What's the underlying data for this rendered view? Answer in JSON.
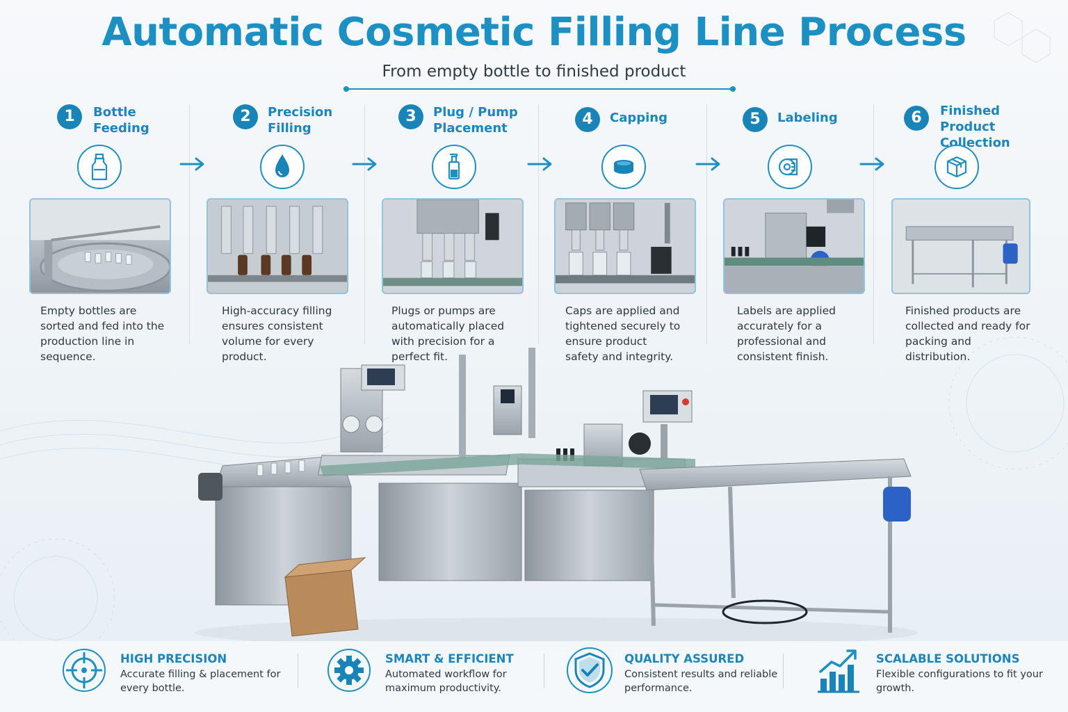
{
  "header": {
    "title": "Automatic Cosmetic Filling Line Process",
    "subtitle": "From empty bottle to finished product"
  },
  "steps": [
    {
      "number": "1",
      "title": "Bottle Feeding",
      "icon": "bottle-icon",
      "description": "Empty bottles are sorted and fed into the production line in sequence."
    },
    {
      "number": "2",
      "title": "Precision Filling",
      "icon": "droplet-icon",
      "description": "High-accuracy filling ensures consistent volume for every product."
    },
    {
      "number": "3",
      "title": "Plug / Pump Placement",
      "icon": "pump-bottle-icon",
      "description": "Plugs or pumps are automatically placed with precision for a perfect fit."
    },
    {
      "number": "4",
      "title": "Capping",
      "icon": "cap-icon",
      "description": "Caps are applied and tightened securely to ensure product safety and integrity."
    },
    {
      "number": "5",
      "title": "Labeling",
      "icon": "label-roll-icon",
      "description": "Labels are applied accurately for a professional and consistent finish."
    },
    {
      "number": "6",
      "title": "Finished Product Collection",
      "icon": "box-icon",
      "description": "Finished products are collected and ready for packing and distribution."
    }
  ],
  "features": [
    {
      "title": "HIGH PRECISION",
      "icon": "crosshair-icon",
      "text": "Accurate filling & placement for every bottle."
    },
    {
      "title": "SMART & EFFICIENT",
      "icon": "gear-icon",
      "text": "Automated workflow for maximum productivity."
    },
    {
      "title": "QUALITY ASSURED",
      "icon": "shield-check-icon",
      "text": "Consistent results and reliable performance."
    },
    {
      "title": "SCALABLE SOLUTIONS",
      "icon": "growth-chart-icon",
      "text": "Flexible configurations to fit your growth."
    }
  ],
  "colors": {
    "accent": "#1c8fc3",
    "accent_dark": "#1984b8",
    "text": "#2f3740"
  }
}
